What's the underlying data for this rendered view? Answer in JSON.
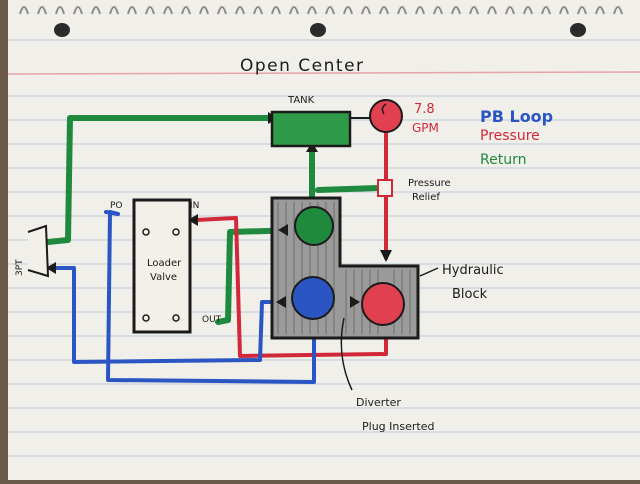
{
  "title": "Open Center",
  "tank_label": "TANK",
  "flow": {
    "value": "7.8",
    "unit": "GPM"
  },
  "legend": [
    {
      "text": "PB Loop",
      "color": "#2b55c2"
    },
    {
      "text": "Pressure",
      "color": "#d2283a"
    },
    {
      "text": "Return",
      "color": "#1f8a3d"
    }
  ],
  "pressure_relief": [
    "Pressure",
    "Relief"
  ],
  "hydraulic_block": [
    "Hydraulic",
    "Block"
  ],
  "diverter": [
    "Diverter",
    "Plug Inserted"
  ],
  "loader": {
    "label_line1": "Loader",
    "label_line2": "Valve",
    "port_po": "PO",
    "port_in": "IN",
    "port_out": "OUT"
  },
  "pump_label": "3PT",
  "colors": {
    "paper": "#f1efe9",
    "rule_blue": "#b9c9da",
    "margin_red": "#e6a3a8",
    "return": "#1f8a3d",
    "pressure": "#d2283a",
    "pb_loop": "#2b55c2",
    "ink": "#1b1b1b"
  }
}
